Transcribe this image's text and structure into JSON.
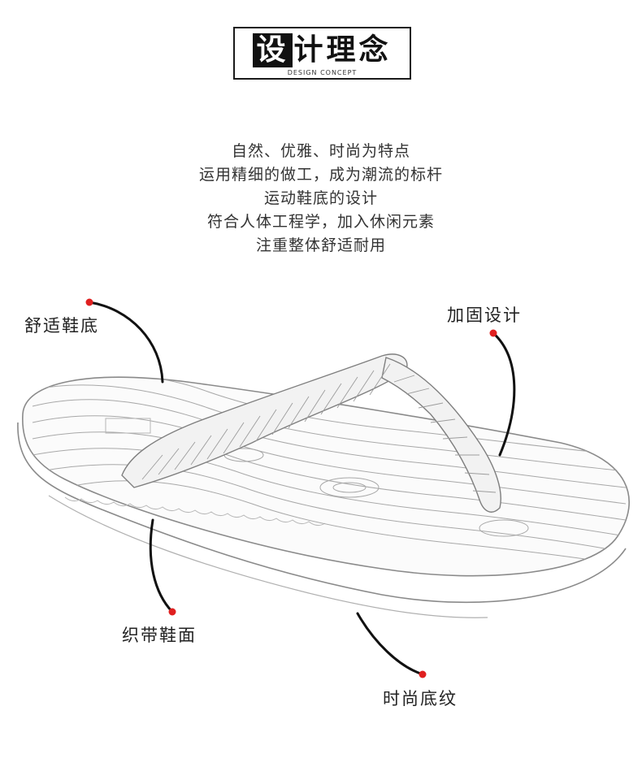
{
  "header": {
    "title": "设计理念",
    "title_first_char": "设",
    "title_rest": "计理念",
    "subtitle": "DESIGN CONCEPT"
  },
  "description": {
    "lines": [
      "自然、优雅、时尚为特点",
      "运用精细的做工，成为潮流的标杆",
      "运动鞋底的设计",
      "符合人体工程学，加入休闲元素",
      "注重整体舒适耐用"
    ]
  },
  "callouts": {
    "comfort_sole": "舒适鞋底",
    "reinforced_design": "加固设计",
    "woven_strap": "织带鞋面",
    "fashion_sole_pattern": "时尚底纹"
  },
  "colors": {
    "accent_dot": "#e02020",
    "leader_line": "#111111",
    "sketch_line": "#9a9a9a"
  },
  "icons": {
    "product": "flip-flop-sandal-illustration"
  }
}
